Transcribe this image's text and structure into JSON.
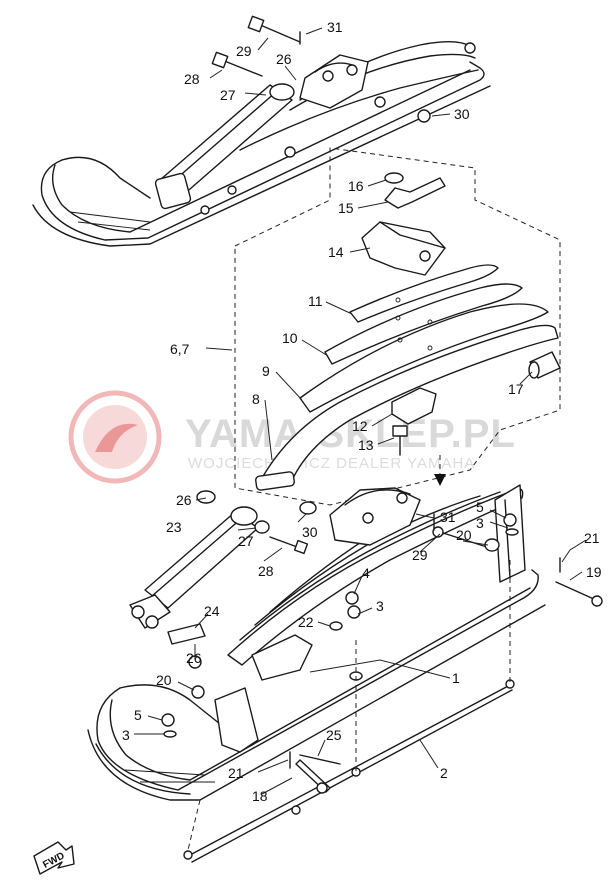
{
  "watermark": {
    "title": "YAMA-SKLEP.PL",
    "subtitle": "WOJCIECHOWICZ DEALER YAMAHA",
    "brand_color": "#e05a5a"
  },
  "direction_marker": {
    "label": "FWD",
    "icon": "forward-arrow-icon"
  },
  "callouts": {
    "c31_top": "31",
    "c29_top": "29",
    "c28_top": "28",
    "c26_top": "26",
    "c27_top": "27",
    "c30_top": "30",
    "c16": "16",
    "c15": "15",
    "c14": "14",
    "c11": "11",
    "c10": "10",
    "c67": "6,7",
    "c9": "9",
    "c8": "8",
    "c17": "17",
    "c12": "12",
    "c13": "13",
    "c26_mid": "26",
    "c30_mid": "30",
    "c23": "23",
    "c27_mid": "27",
    "c28_mid": "28",
    "c31_mid": "31",
    "c5_right": "5",
    "c3_right": "3",
    "c20_right": "20",
    "c29_mid": "29",
    "c21_right": "21",
    "c19": "19",
    "c4": "4",
    "c3_center": "3",
    "c22": "22",
    "c24": "24",
    "c26_low": "26",
    "c20_low": "20",
    "c5_low": "5",
    "c3_low": "3",
    "c1": "1",
    "c25": "25",
    "c21_low": "21",
    "c18": "18",
    "c2": "2"
  }
}
